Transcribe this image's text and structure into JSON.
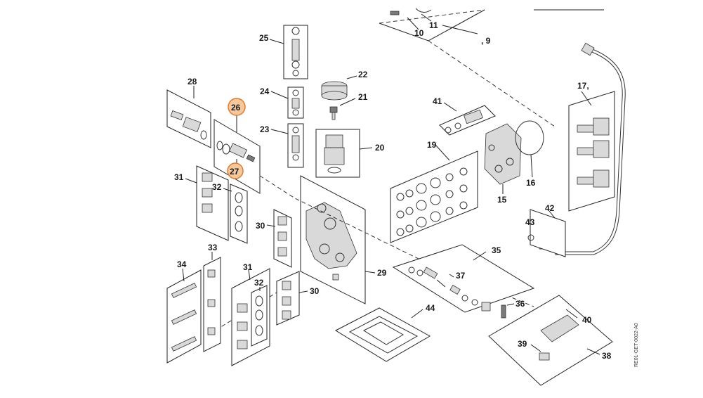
{
  "doc_id": "RE01-GET-0022-A0",
  "highlight_color": "#e07a2e",
  "highlighted": [
    "26",
    "27"
  ],
  "labels": {
    "l9": ", 9",
    "l10": "10",
    "l11": "11",
    "l15": "15",
    "l16": "16",
    "l17": "17,",
    "l19": "19",
    "l20": "20",
    "l21": "21",
    "l22": "22",
    "l23": "23",
    "l24": "24",
    "l25": "25",
    "l26": "26",
    "l27": "27",
    "l28": "28",
    "l29": "29",
    "l30a": "30",
    "l30b": "30",
    "l31a": "31",
    "l31b": "31",
    "l32a": "32",
    "l32b": "32",
    "l33": "33",
    "l34": "34",
    "l35": "35",
    "l36": "36",
    "l37": "37",
    "l38": "38",
    "l39": "39",
    "l40": "40",
    "l41": "41",
    "l42": "42",
    "l43": "43",
    "l44": "44"
  }
}
